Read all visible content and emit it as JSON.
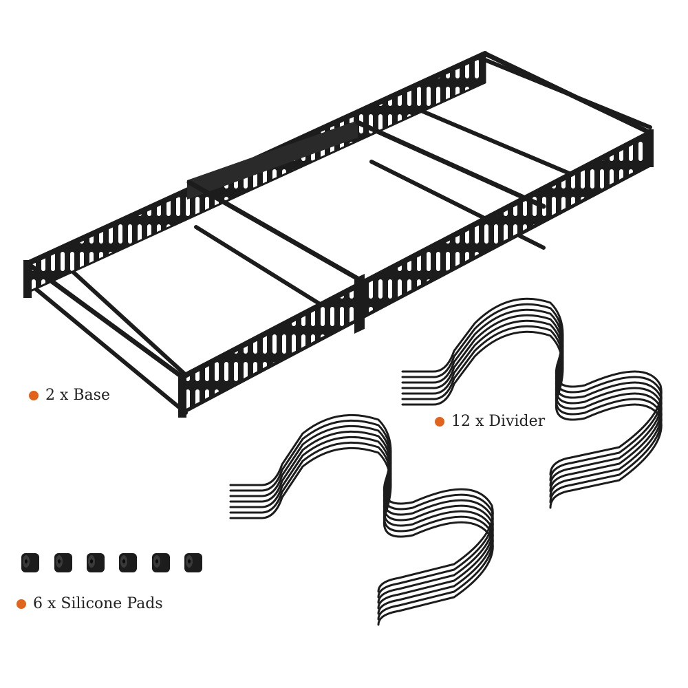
{
  "colors": {
    "accent_dot": "#e0641c",
    "product": "#1c1c1c",
    "background": "#ffffff"
  },
  "labels": {
    "base": "2 x Base",
    "divider": "12 x Divider",
    "pads": "6 x Silicone Pads"
  },
  "icons": {
    "bullet": "orange-dot-icon",
    "base": "expandable-base-rack",
    "divider": "wavy-wire-divider",
    "pad": "silicone-pad"
  }
}
